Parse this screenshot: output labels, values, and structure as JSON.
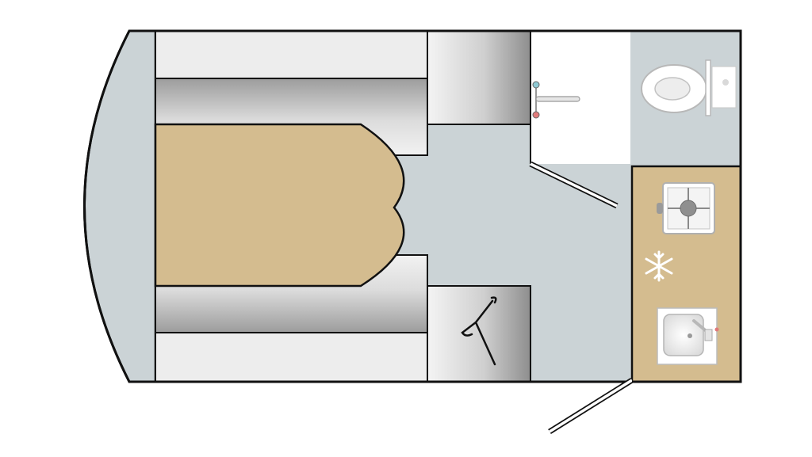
{
  "plan": {
    "layout": "caravan-floor-plan",
    "orientation": "front-left",
    "rooms": [
      "front-lounge-bed",
      "washroom",
      "wardrobe",
      "kitchen",
      "hallway"
    ],
    "fixtures": {
      "toilet-icon": "toilet",
      "shower-tap-icon": "shower mixer",
      "hob-icon": "single burner hob",
      "fridge-icon": "snowflake",
      "sink-icon": "sink with tap",
      "hanger-icon": "coat hanger"
    },
    "doors": [
      "washroom-door",
      "entrance-door"
    ]
  },
  "colors": {
    "floor": "#cbd3d6",
    "outline": "#111111",
    "seat-light": "#ededed",
    "bed": "#d4bc8f",
    "counter": "#d4bc8f",
    "shower": "#ffffff",
    "cushion-dark": "#a9a9a9"
  }
}
